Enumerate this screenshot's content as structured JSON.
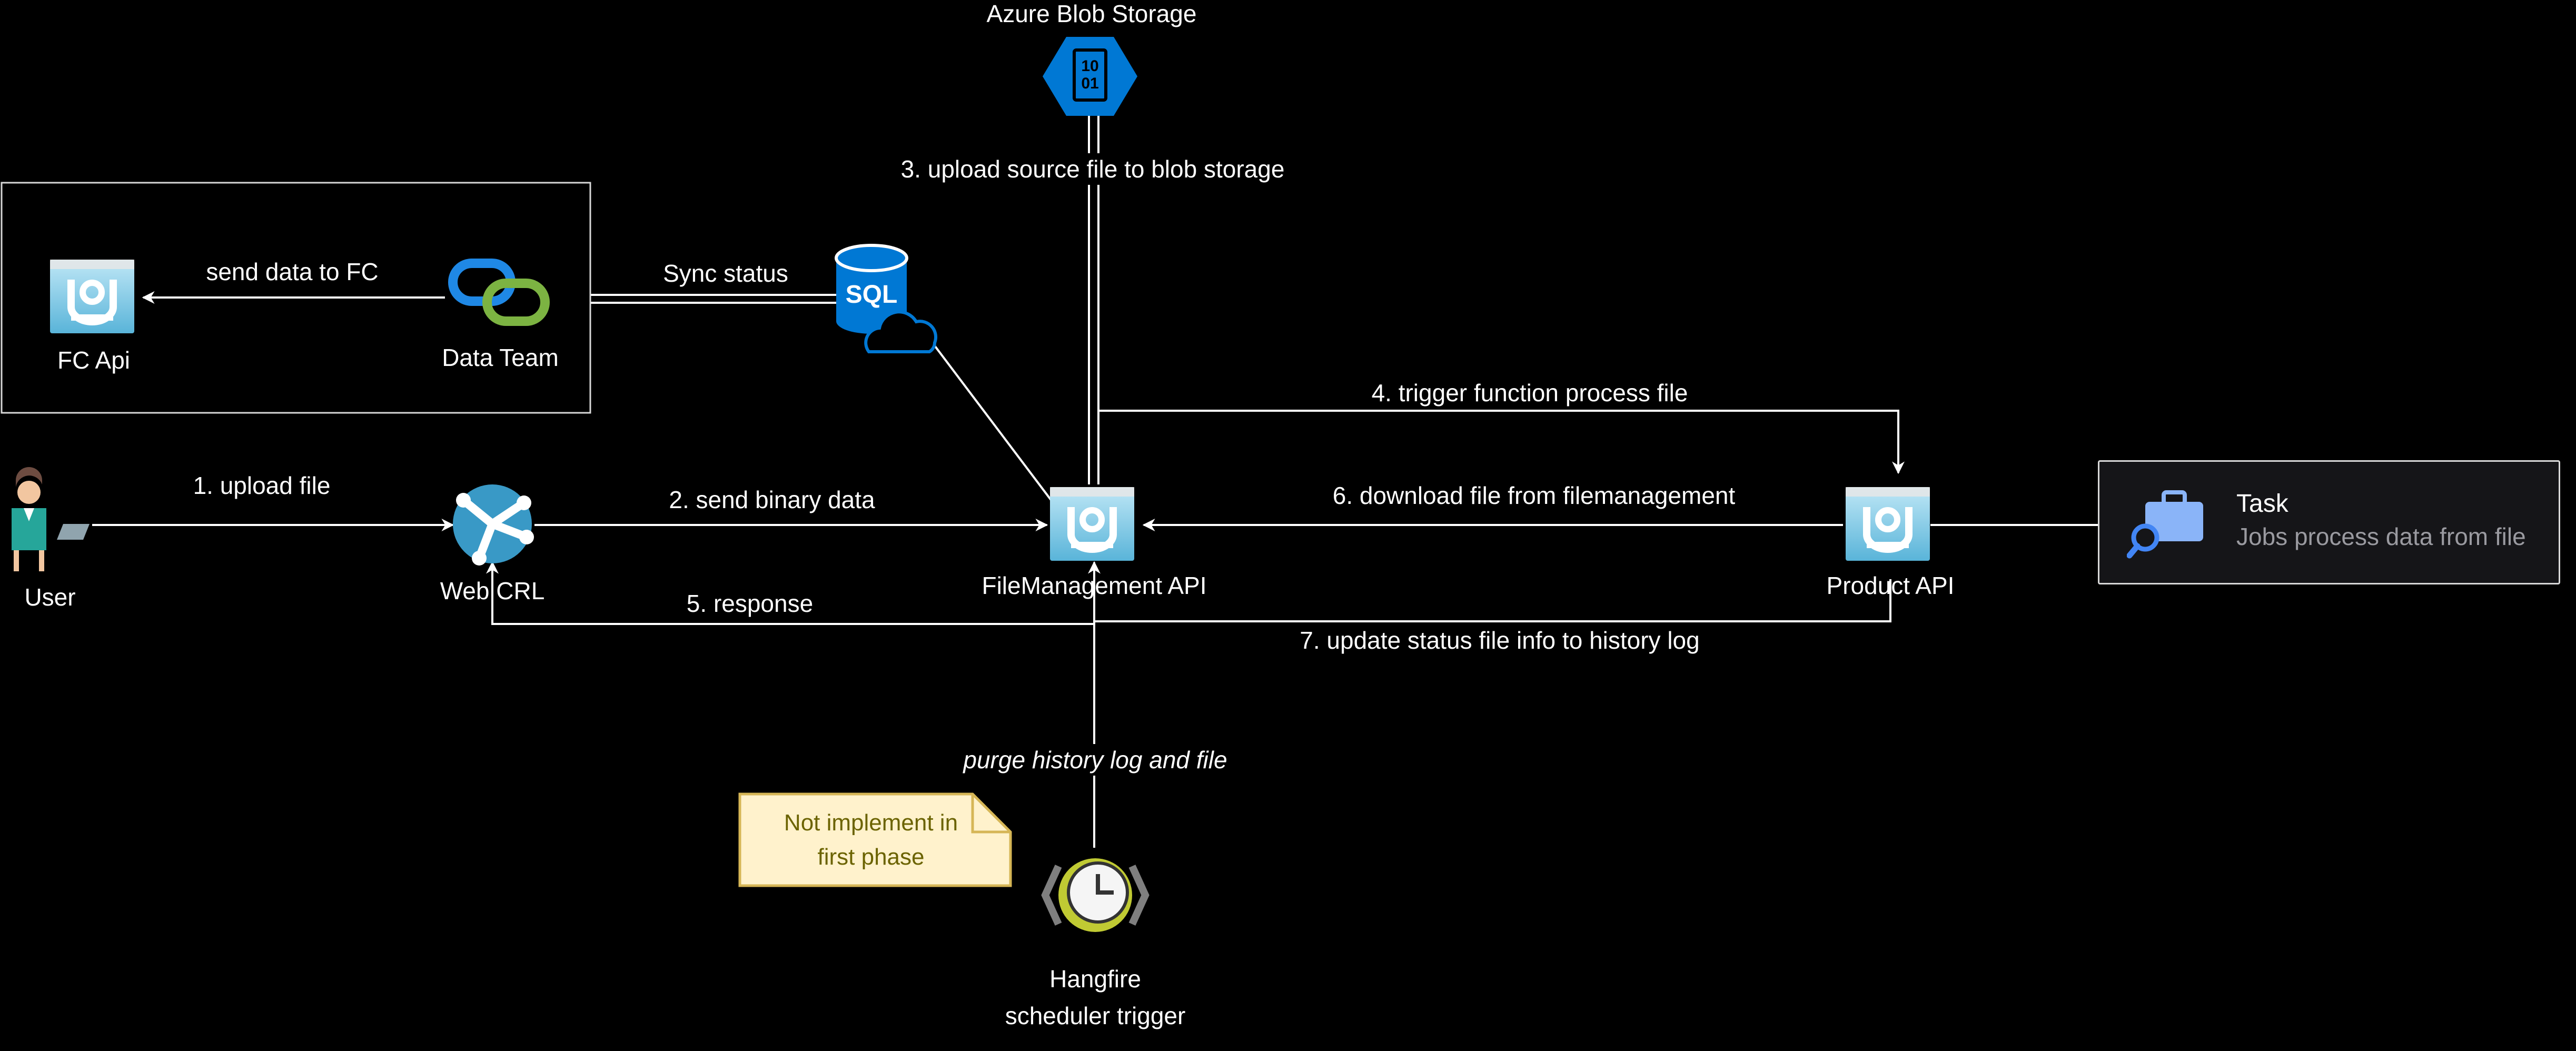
{
  "nodes": {
    "blob_storage": "Azure Blob Storage",
    "blob_icon_text_top": "10",
    "blob_icon_text_bottom": "01",
    "sql_icon_text": "SQL",
    "fc_api": "FC Api",
    "data_team": "Data Team",
    "user": "User",
    "web_crl": "Web CRL",
    "filemanagement_api": "FileManagement API",
    "product_api": "Product API",
    "hangfire_line1": "Hangfire",
    "hangfire_line2": "scheduler trigger"
  },
  "edges": {
    "send_data_to_fc": "send data to FC",
    "sync_status": "Sync status",
    "upload_file": "1. upload file",
    "send_binary_data": "2. send binary data",
    "upload_to_blob": "3. upload source file to blob storage",
    "trigger_function": "4. trigger function process file",
    "response": "5. response",
    "download_file": "6. download file from filemanagement",
    "update_status": "7. update status file info to history log",
    "purge": "purge history log and file"
  },
  "task_card": {
    "title": "Task",
    "subtitle": "Jobs process data from file"
  },
  "note": {
    "line1": "Not implement in",
    "line2": "first phase"
  },
  "colors": {
    "background": "#000000",
    "edge": "#ffffff",
    "azure_blue": "#0078d4",
    "api_icon_light": "#9fd8ef",
    "api_icon_dark": "#3999c6",
    "note_fill": "#fff2cc",
    "note_border": "#d6b656",
    "task_icon": "#8ab4f8"
  }
}
